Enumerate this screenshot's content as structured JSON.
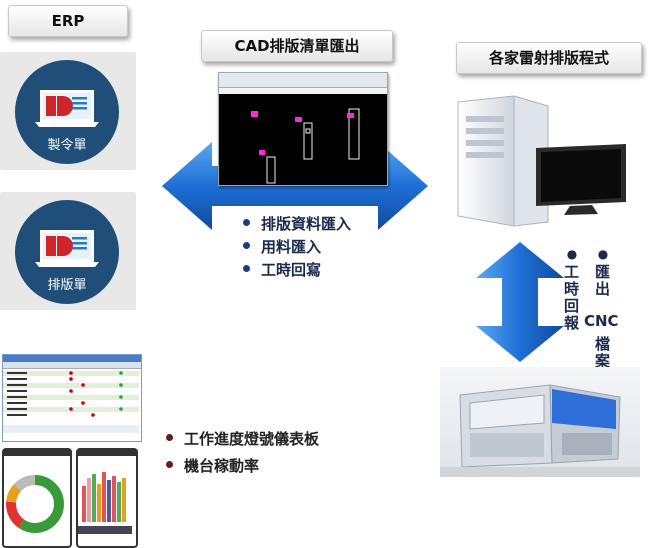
{
  "erp": {
    "title": "ERP",
    "cards": [
      {
        "label": "製令單"
      },
      {
        "label": "排版單"
      }
    ]
  },
  "cad": {
    "title": "CAD排版清單匯出"
  },
  "laser": {
    "title": "各家雷射排版程式"
  },
  "flow_top": {
    "items": [
      "排版資料匯入",
      "用料匯入",
      "工時回寫"
    ]
  },
  "flow_vertical": {
    "left": "工時回報",
    "right_prefix": "匯出",
    "right_cnc": "CNC",
    "right_suffix": "檔案"
  },
  "dashboard": {
    "items": [
      "工作進度燈號儀表板",
      "機台稼動率"
    ]
  },
  "colors": {
    "arrow": "#1e6fd6",
    "circle": "#1f4e79",
    "text_dark": "#1a2a4e",
    "bullet_red": "#6b1a1a"
  }
}
